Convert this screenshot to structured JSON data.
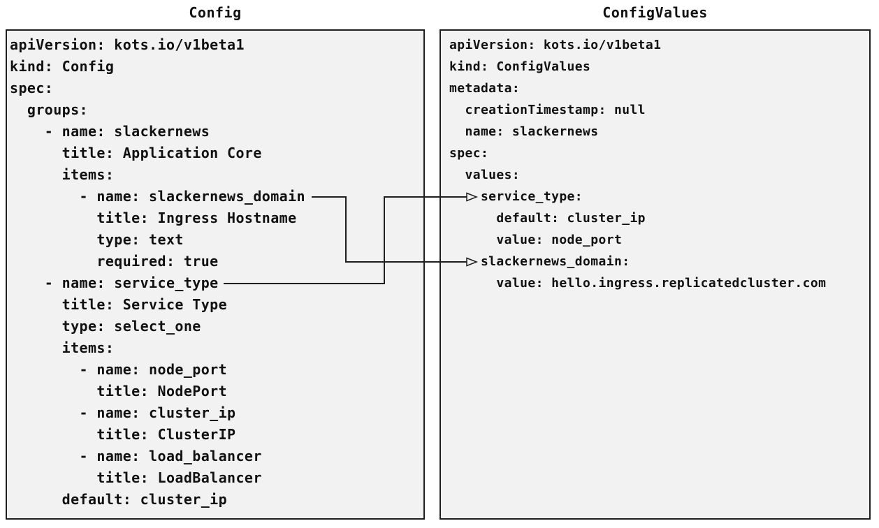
{
  "diagram": {
    "left_panel": {
      "title": "Config",
      "yaml_lines": [
        "apiVersion: kots.io/v1beta1",
        "kind: Config",
        "spec:",
        "  groups:",
        "    - name: slackernews",
        "      title: Application Core",
        "      items:",
        "        - name: slackernews_domain",
        "          title: Ingress Hostname",
        "          type: text",
        "          required: true",
        "    - name: service_type",
        "      title: Service Type",
        "      type: select_one",
        "      items:",
        "        - name: node_port",
        "          title: NodePort",
        "        - name: cluster_ip",
        "          title: ClusterIP",
        "        - name: load_balancer",
        "          title: LoadBalancer",
        "      default: cluster_ip"
      ]
    },
    "right_panel": {
      "title": "ConfigValues",
      "yaml_lines": [
        "apiVersion: kots.io/v1beta1",
        "kind: ConfigValues",
        "metadata:",
        "  creationTimestamp: null",
        "  name: slackernews",
        "spec:",
        "  values:",
        "    service_type:",
        "      default: cluster_ip",
        "      value: node_port",
        "    slackernews_domain:",
        "      value: hello.ingress.replicatedcluster.com"
      ]
    },
    "connections": [
      {
        "from": "Config item slackernews_domain",
        "to": "ConfigValues value slackernews_domain"
      },
      {
        "from": "Config item service_type",
        "to": "ConfigValues value service_type"
      }
    ],
    "colors": {
      "panel_background": "#f2f2f2",
      "panel_border": "#1f1f1f",
      "text": "#111111",
      "connector_line": "#1f1f1f",
      "page_background": "#ffffff"
    }
  }
}
